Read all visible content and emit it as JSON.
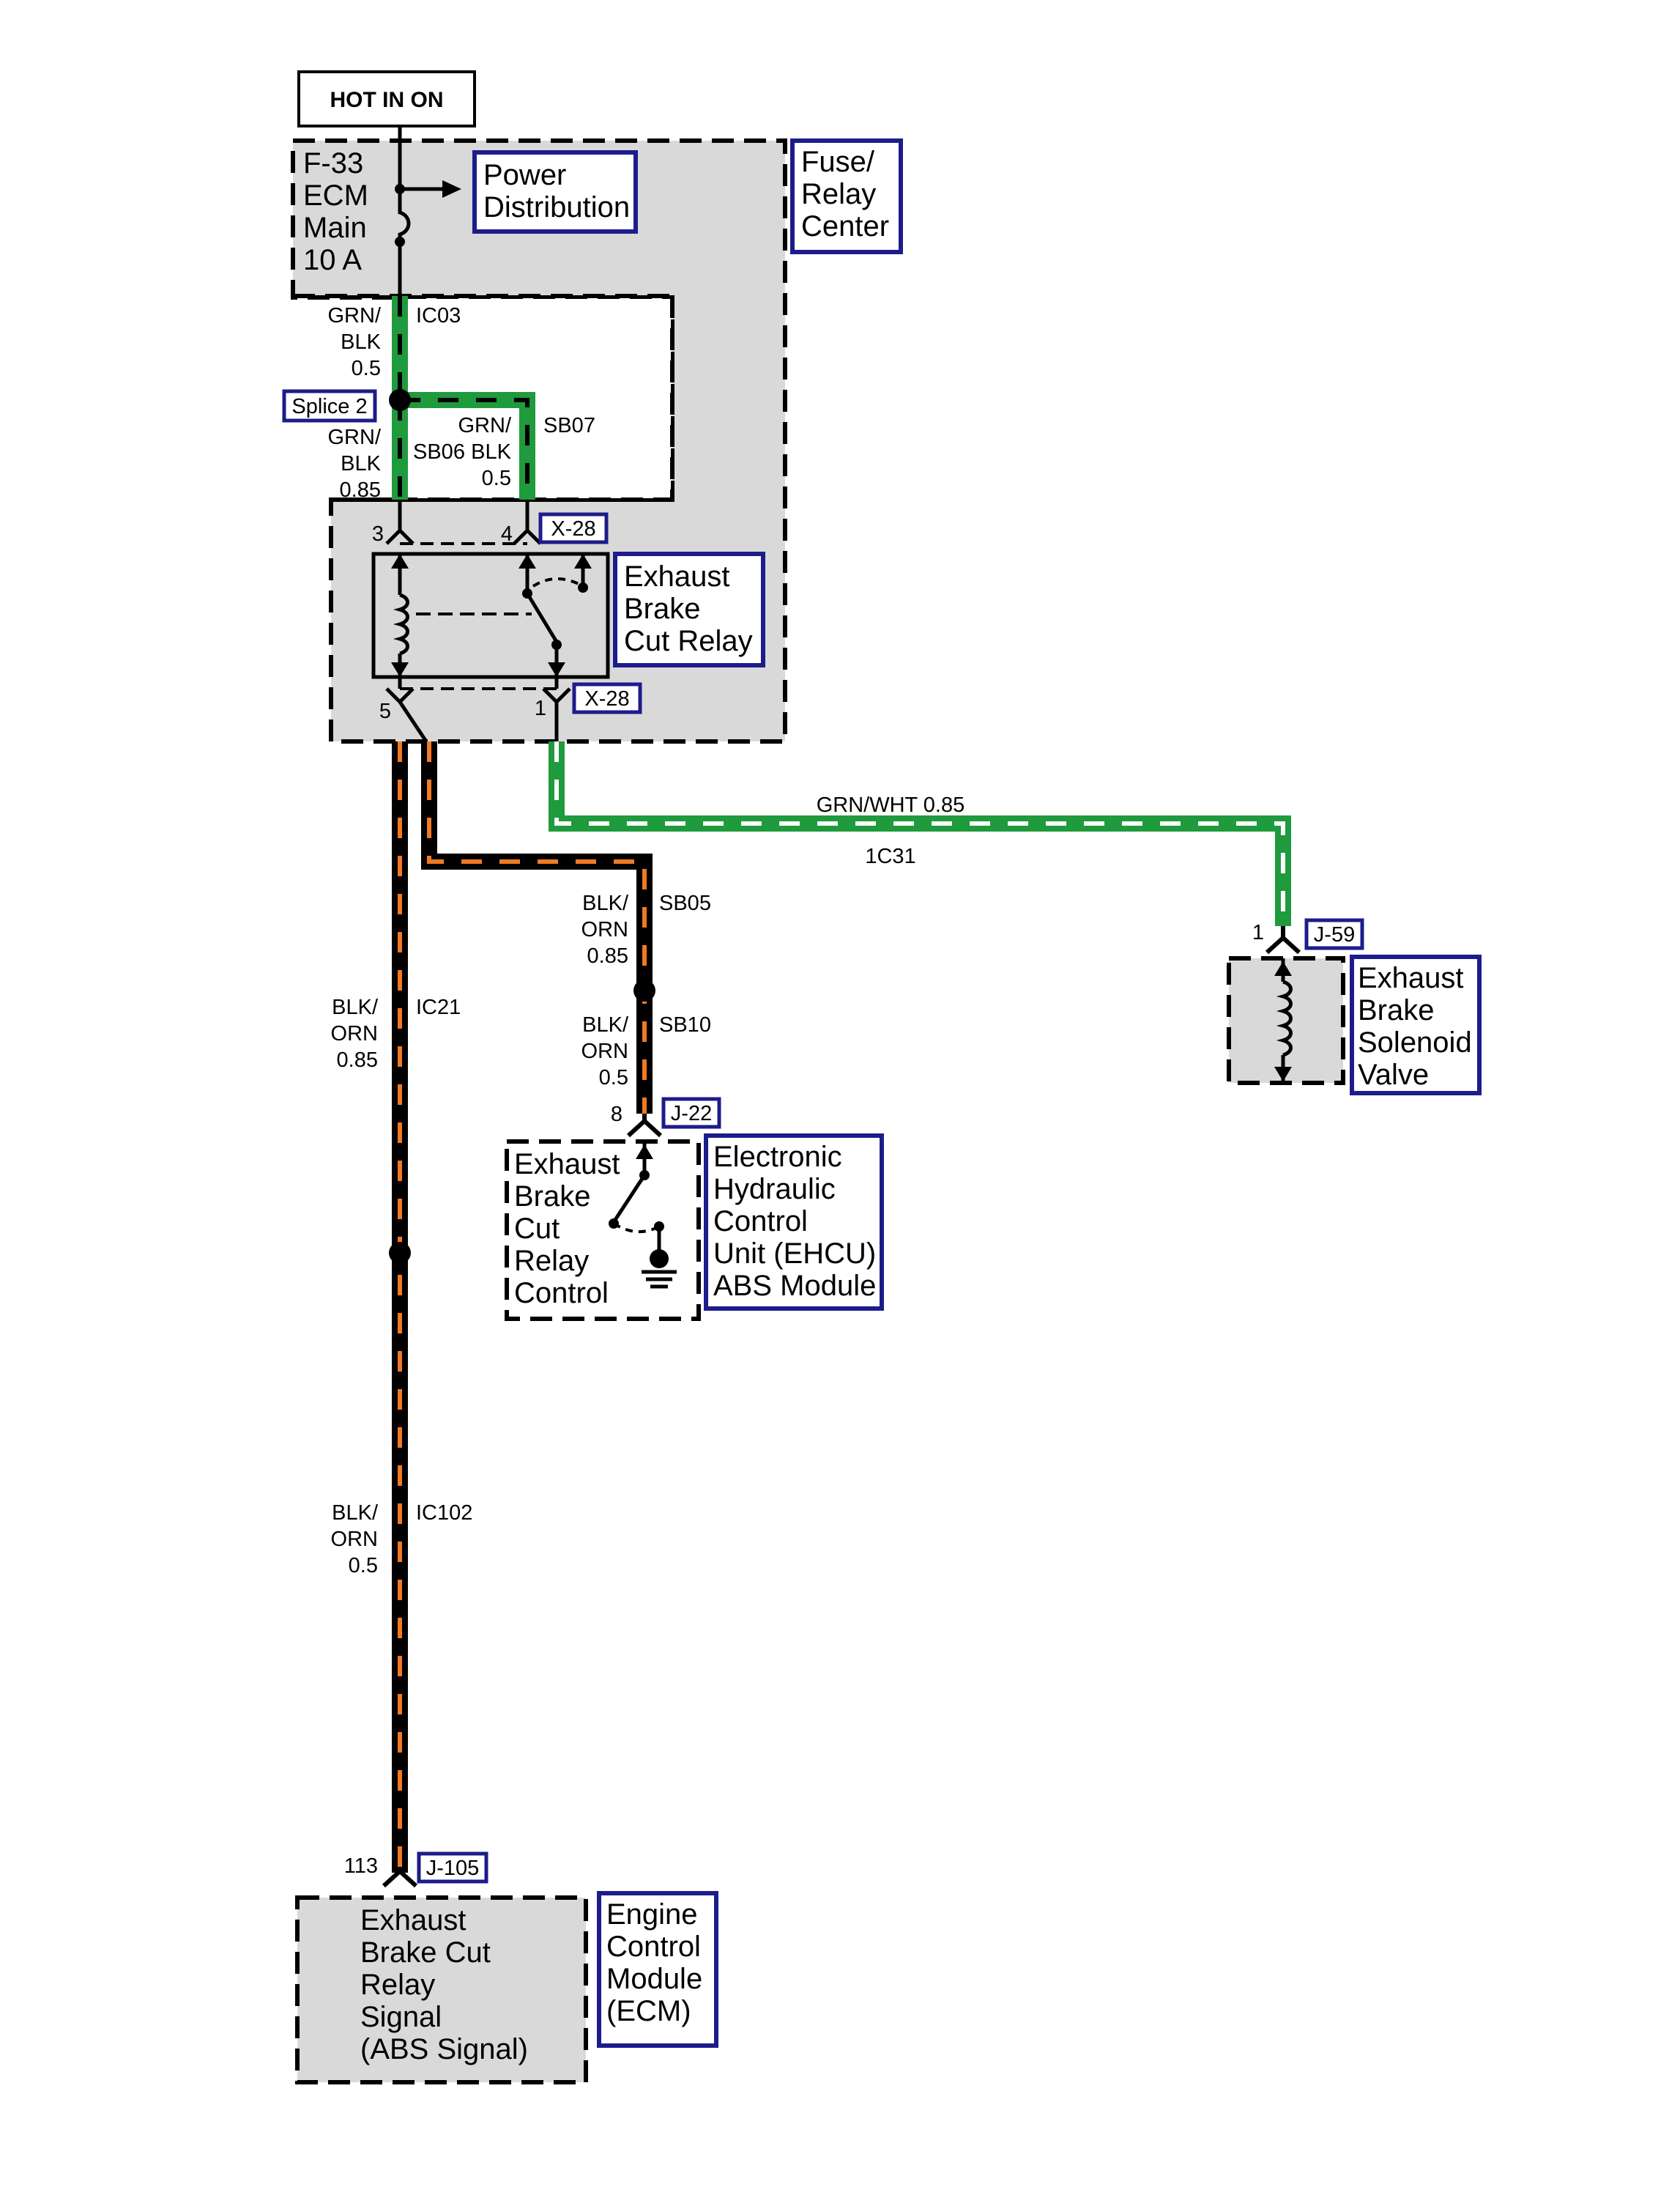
{
  "header": {
    "label": "HOT IN ON"
  },
  "fuse": {
    "line1": "F-33",
    "line2": "ECM",
    "line3": "Main",
    "line4": "10 A"
  },
  "power_distribution": {
    "line1": "Power",
    "line2": "Distribution"
  },
  "fuse_relay_center": {
    "line1": "Fuse/",
    "line2": "Relay",
    "line3": "Center"
  },
  "splice": {
    "label": "Splice 2"
  },
  "wires": {
    "ic03": {
      "circuit": "IC03",
      "color1": "GRN/",
      "color2": "BLK",
      "gauge": "0.5"
    },
    "sb06": {
      "circuit": "SB06",
      "color1": "GRN/",
      "color2": "BLK",
      "gauge": "0.85"
    },
    "sb07": {
      "circuit": "SB07",
      "color1": "GRN/",
      "color2": "BLK",
      "gauge": "0.5"
    },
    "ic31": {
      "circuit": "1C31",
      "spec": "GRN/WHT 0.85"
    },
    "sb05": {
      "circuit": "SB05",
      "color1": "BLK/",
      "color2": "ORN",
      "gauge": "0.85"
    },
    "sb10": {
      "circuit": "SB10",
      "color1": "BLK/",
      "color2": "ORN",
      "gauge": "0.5"
    },
    "ic21": {
      "circuit": "IC21",
      "color1": "BLK/",
      "color2": "ORN",
      "gauge": "0.85"
    },
    "ic102": {
      "circuit": "IC102",
      "color1": "BLK/",
      "color2": "ORN",
      "gauge": "0.5"
    }
  },
  "relay": {
    "connector_top": "X-28",
    "connector_bottom": "X-28",
    "pin3": "3",
    "pin4": "4",
    "pin5": "5",
    "pin1": "1",
    "label1": "Exhaust",
    "label2": "Brake",
    "label3": "Cut Relay"
  },
  "solenoid": {
    "connector": "J-59",
    "pin": "1",
    "label1": "Exhaust",
    "label2": "Brake",
    "label3": "Solenoid",
    "label4": "Valve"
  },
  "ehcu": {
    "connector": "J-22",
    "pin": "8",
    "inner1": "Exhaust",
    "inner2": "Brake",
    "inner3": "Cut",
    "inner4": "Relay",
    "inner5": "Control",
    "label1": "Electronic",
    "label2": "Hydraulic",
    "label3": "Control",
    "label4": "Unit (EHCU)",
    "label5": "ABS Module"
  },
  "ecm": {
    "connector": "J-105",
    "pin": "113",
    "inner1": "Exhaust",
    "inner2": "Brake Cut",
    "inner3": "Relay",
    "inner4": "Signal",
    "inner5": "(ABS Signal)",
    "label1": "Engine",
    "label2": "Control",
    "label3": "Module",
    "label4": "(ECM)"
  },
  "colors": {
    "green_wire": "#1f9a3d",
    "black_wire": "#000000",
    "orange_stripe": "#f07a22",
    "component_fill": "#d9d9d9",
    "label_border": "#1c1c8c"
  }
}
